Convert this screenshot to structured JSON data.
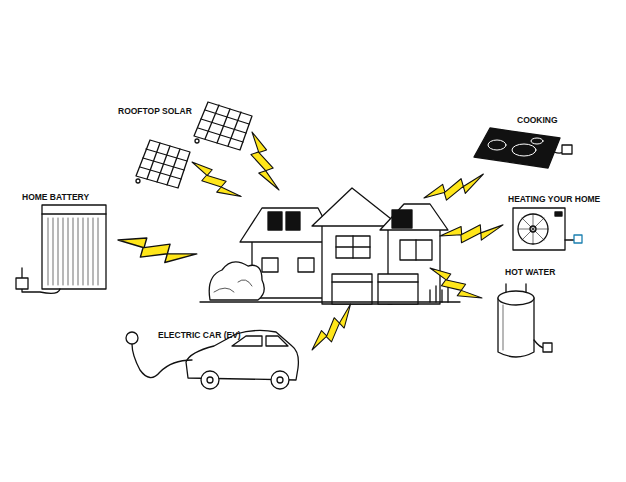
{
  "diagram": {
    "labels": [
      "ROOFTOP SOLAR",
      "COOKING",
      "HOME BATTERY",
      "HEATING YOUR HOME",
      "HOT WATER",
      "ELECTRIC CAR (EV)"
    ]
  }
}
